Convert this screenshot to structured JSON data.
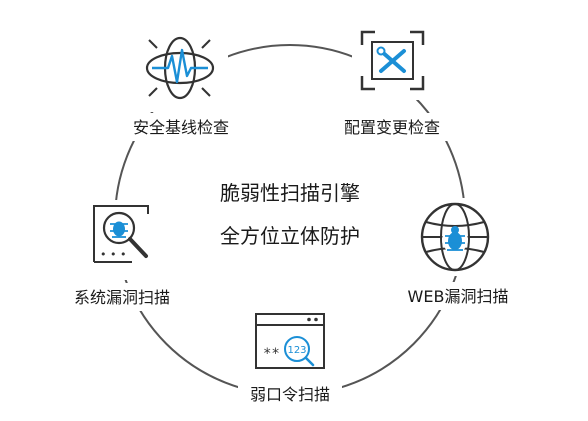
{
  "center": {
    "line1": "脆弱性扫描引擎",
    "line2": "全方位立体防护"
  },
  "nodes": {
    "baseline": {
      "label": "安全基线检查",
      "icon": "heartbeat-orbit-icon"
    },
    "config": {
      "label": "配置变更检查",
      "icon": "tools-frame-icon"
    },
    "web": {
      "label": "WEB漏洞扫描",
      "icon": "globe-bug-icon"
    },
    "password": {
      "label": "弱口令扫描",
      "icon": "password-window-icon",
      "mask_text": "**",
      "badge_text": "123"
    },
    "system": {
      "label": "系统漏洞扫描",
      "icon": "bug-magnifier-icon",
      "dots_text": "• • •"
    }
  },
  "colors": {
    "accent": "#1b8fd6",
    "stroke": "#333333",
    "text": "#1a1a1a"
  }
}
